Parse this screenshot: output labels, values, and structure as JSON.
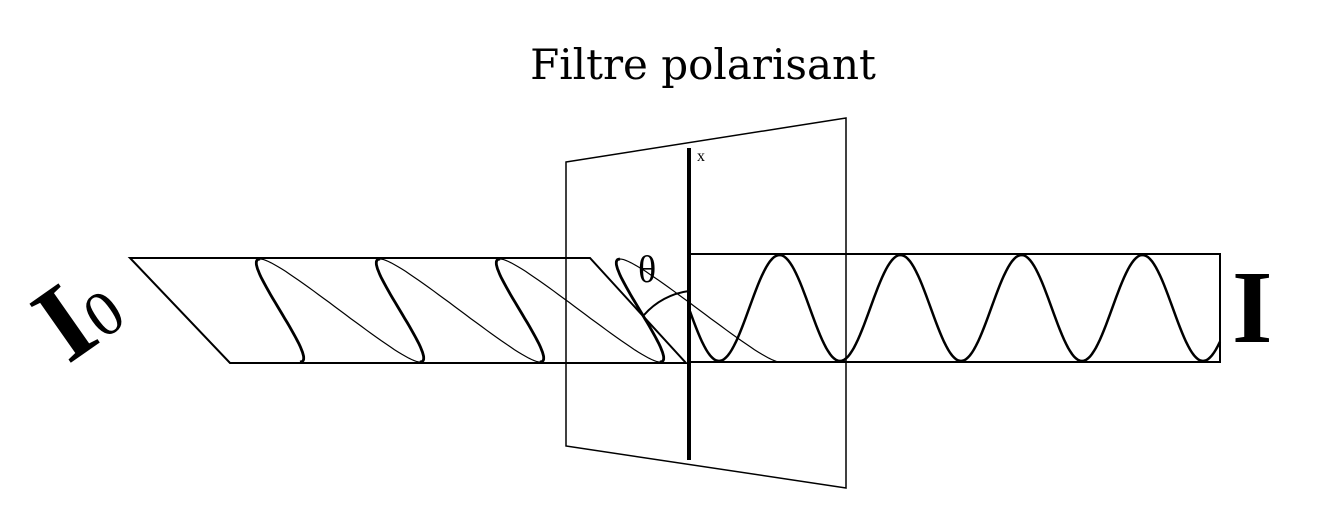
{
  "title": "Filtre polarisant",
  "labels": {
    "incident_intensity": "I",
    "incident_subscript": "0",
    "transmitted_intensity": "I",
    "angle": "θ",
    "axis": "x"
  },
  "colors": {
    "stroke": "#000000",
    "background": "#ffffff"
  }
}
